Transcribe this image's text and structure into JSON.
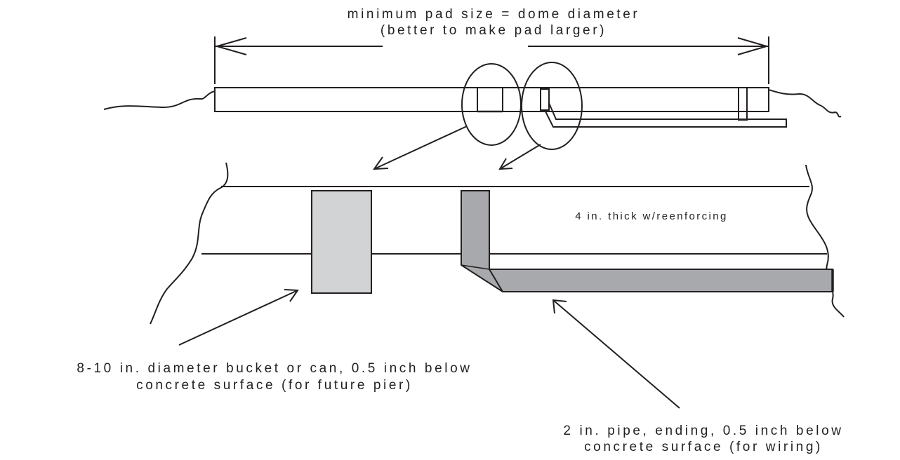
{
  "labels": {
    "pad_size_line1": "minimum pad size = dome diameter",
    "pad_size_line2": "(better to make pad larger)",
    "thickness": "4 in. thick w/reenforcing",
    "bucket_line1": "8-10 in. diameter bucket or can, 0.5 inch below",
    "bucket_line2": "concrete surface (for future pier)",
    "pipe_line1": "2 in. pipe, ending, 0.5 inch below",
    "pipe_line2": "concrete surface (for wiring)"
  },
  "colors": {
    "line": "#231f20",
    "bucket_fill": "#d1d3d4",
    "pipe_fill": "#a7a9ac",
    "background": "#ffffff"
  }
}
